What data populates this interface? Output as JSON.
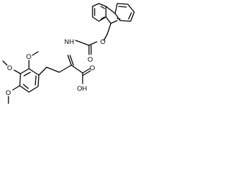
{
  "diagram": {
    "labels": {
      "o_methoxy1": "O",
      "o_methoxy2": "O",
      "o_methoxy3": "O",
      "nh": "NH",
      "o_carbamate_ester": "O",
      "o_carbamate_carbonyl": "O",
      "o_acid_carbonyl": "O",
      "oh": "OH"
    },
    "colors": {
      "bond": "#000000",
      "label": "#000000",
      "background": "#ffffff"
    }
  }
}
